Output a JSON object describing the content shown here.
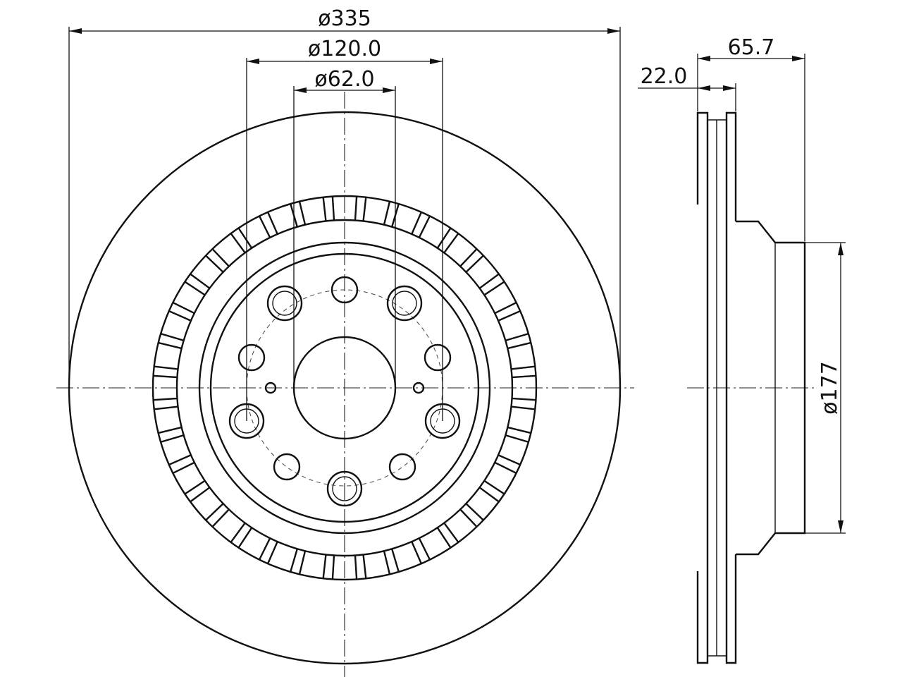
{
  "drawing": {
    "dimensions": {
      "outer_diameter": "ø335",
      "bolt_circle": "ø120.0",
      "center_bore": "ø62.0",
      "total_height": "65.7",
      "thickness": "22.0",
      "hat_diameter": "ø177"
    }
  }
}
